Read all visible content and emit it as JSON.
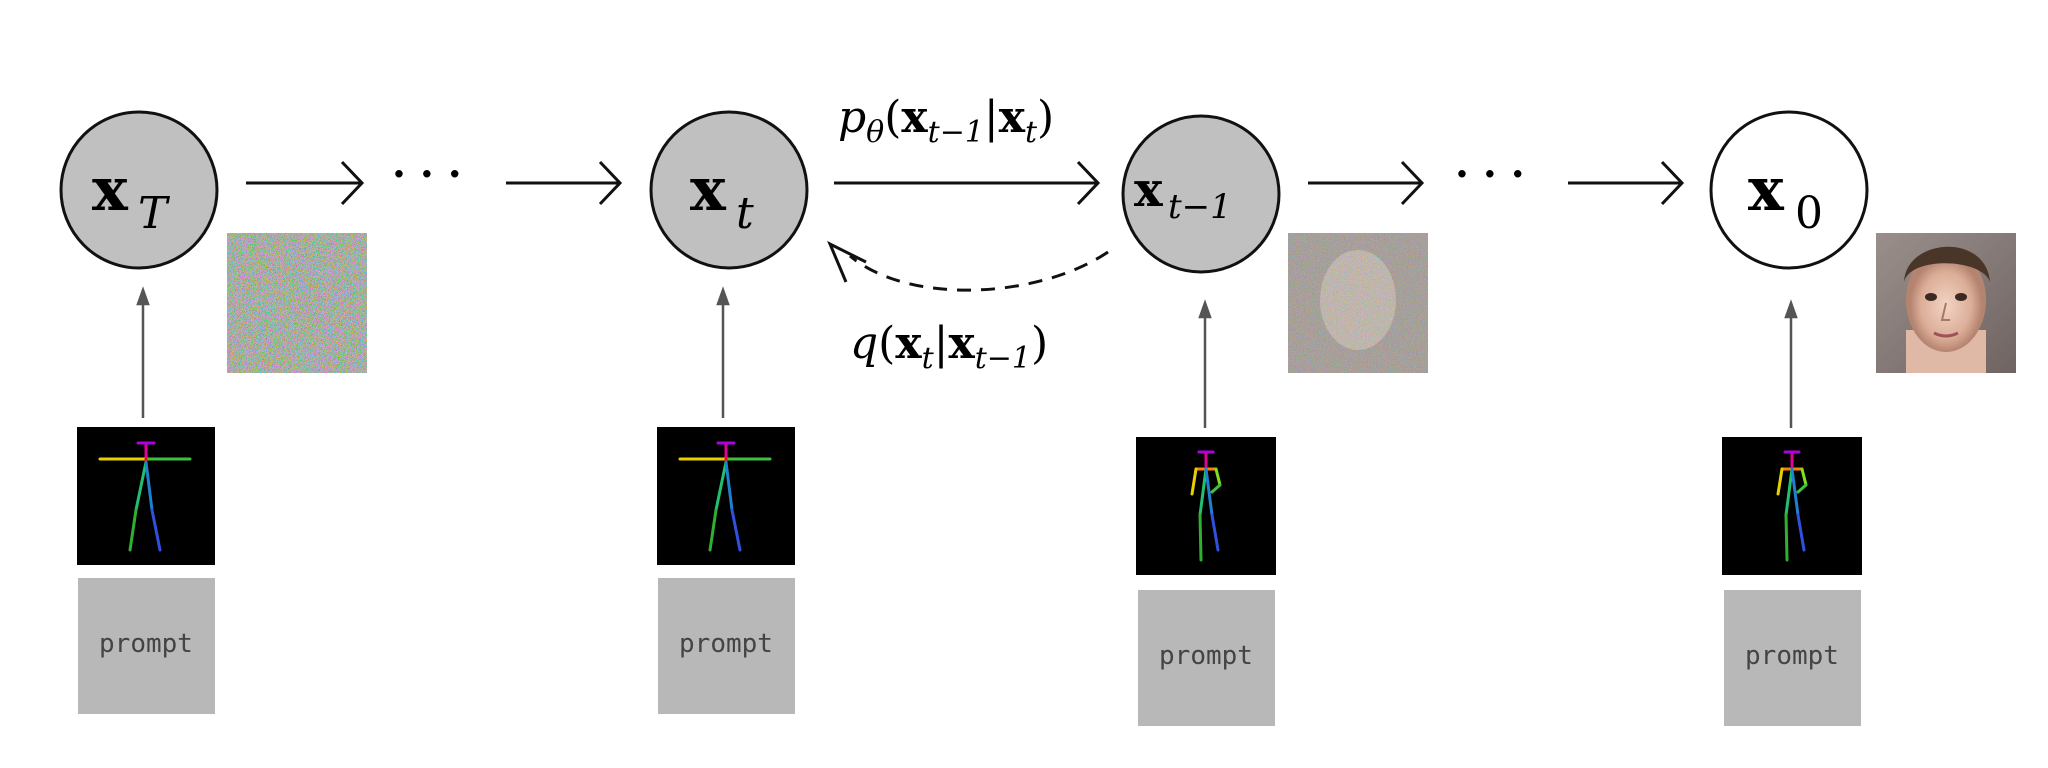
{
  "nodes": [
    {
      "base": "x",
      "sub": "T",
      "fill": "#c0c0c0"
    },
    {
      "base": "x",
      "sub": "t",
      "fill": "#c0c0c0"
    },
    {
      "base": "x",
      "sub": "t−1",
      "fill": "#c0c0c0"
    },
    {
      "base": "x",
      "sub": "0",
      "fill": "#ffffff"
    }
  ],
  "ellipsis": "· · ·",
  "reverse_label": {
    "p": "p",
    "theta": "θ",
    "open": "(",
    "x1": "x",
    "s1": "t−1",
    "bar": "|",
    "x2": "x",
    "s2": "t",
    "close": ")"
  },
  "forward_label": {
    "q": "q",
    "open": "(",
    "x1": "x",
    "s1": "t",
    "bar": "|",
    "x2": "x",
    "s2": "t−1",
    "close": ")"
  },
  "prompt_label": "prompt",
  "colors": {
    "node_gray": "#c0c0c0",
    "prompt_box": "#b8b8b8",
    "pose_bg": "#000000",
    "stroke": "#111111",
    "cond_arrow": "#555555"
  },
  "images": [
    {
      "kind": "noise-image",
      "noise_level": 1.0
    },
    {
      "kind": "noisy-face-image",
      "noise_level": 0.6
    },
    {
      "kind": "face-image",
      "noise_level": 0.0
    }
  ],
  "pose_icons": [
    "pose-t-pose",
    "pose-t-pose",
    "pose-walking",
    "pose-walking"
  ]
}
